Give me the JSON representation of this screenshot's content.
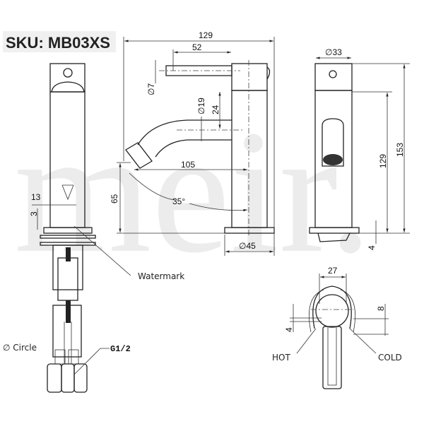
{
  "sku": "SKU: MB03XS",
  "brand_watermark": "meir.",
  "side_view": {
    "overall_length": "129",
    "lever_length": "52",
    "lever_dia": "∅7",
    "spout_dia": "∅19",
    "spout_drop": "24",
    "spout_reach": "105",
    "spout_height": "65",
    "spout_angle": "35°",
    "base_dia": "∅45"
  },
  "front_view": {
    "body_dia": "∅33",
    "total_height": "153",
    "body_height": "129",
    "base_thickness": "4"
  },
  "rear_view": {
    "logo_width": "13",
    "logo_offset": "3",
    "watermark_label": "Watermark",
    "circle_label": "∅ Circle",
    "thread_label": "G1/2"
  },
  "top_view": {
    "width": "27",
    "offset_8": "8",
    "offset_4": "4",
    "hot_label": "HOT",
    "cold_label": "COLD"
  },
  "colors": {
    "line": "#222222",
    "watermark": "#ececec"
  }
}
